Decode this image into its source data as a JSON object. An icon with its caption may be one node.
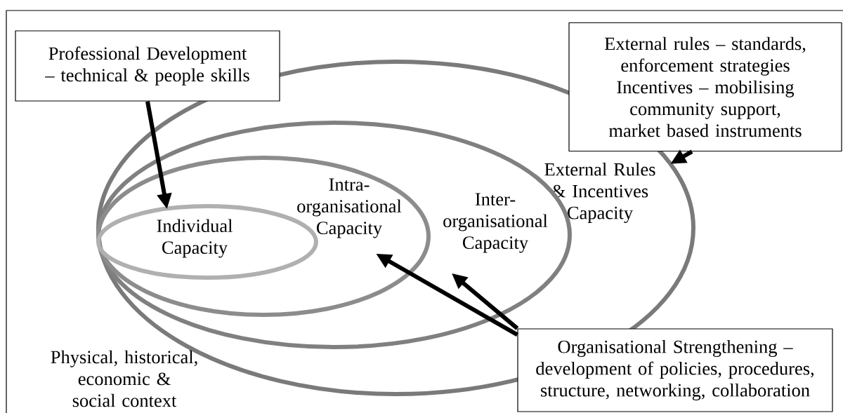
{
  "diagram": {
    "nodes": [
      {
        "text": [
          "Professional Development – technical & people skills"
        ]
      },
      {
        "text": [
          "External rules – standards, enforcement strategies",
          "Incentives – mobilising community support, market based instruments"
        ]
      },
      {
        "text": [
          "External Rules & Incentives Capacity"
        ]
      },
      {
        "text": [
          "Inter- organisational Capacity"
        ],
        "in": 2
      },
      {
        "text": [
          "Intra- organisational Capacity"
        ],
        "in": 3
      },
      {
        "text": [
          "Individual Capacity"
        ],
        "in": 4
      },
      {
        "text": [
          "Organisational Strengthening – development of policies, procedures, structure, networking, collaboration"
        ]
      }
    ],
    "edges": [
      {
        "from": 0,
        "to": 5,
        "arrow": "to"
      },
      {
        "from": 1,
        "to": 2,
        "arrow": "to"
      },
      {
        "from": 6,
        "to": 4,
        "arrow": "to"
      },
      {
        "from": 6,
        "to": 3,
        "arrow": "to"
      }
    ],
    "labels": [
      "Physical, historical, economic & social context"
    ]
  }
}
